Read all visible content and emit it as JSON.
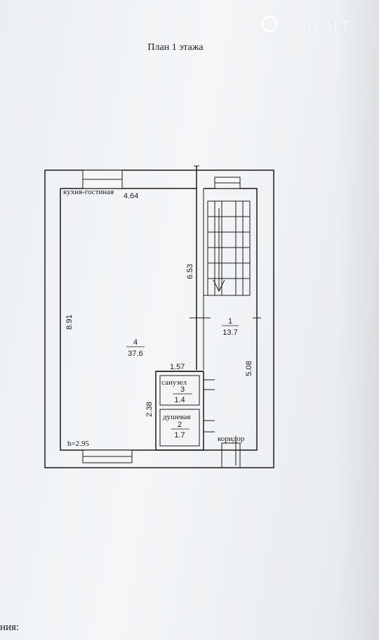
{
  "header": {
    "title": "План  1 этажа",
    "watermark": "ONREALT"
  },
  "plan": {
    "rooms": [
      {
        "number": "4",
        "name": "кухня-гостиная",
        "area": "37.6"
      },
      {
        "number": "1",
        "name": "коридор",
        "area": "13.7"
      },
      {
        "number": "3",
        "name": "санузел",
        "area": "1.4"
      },
      {
        "number": "2",
        "name": "душевая",
        "area": "1.7"
      }
    ],
    "dimensions": {
      "kitchen_width": "4.64",
      "kitchen_length": "8.91",
      "inner_wall": "6.53",
      "partition": "1.57",
      "bath_height": "2.38",
      "corridor_length": "5.08"
    },
    "ceiling_height": "h=2.95"
  },
  "footer": {
    "partial_text": "ния:"
  }
}
